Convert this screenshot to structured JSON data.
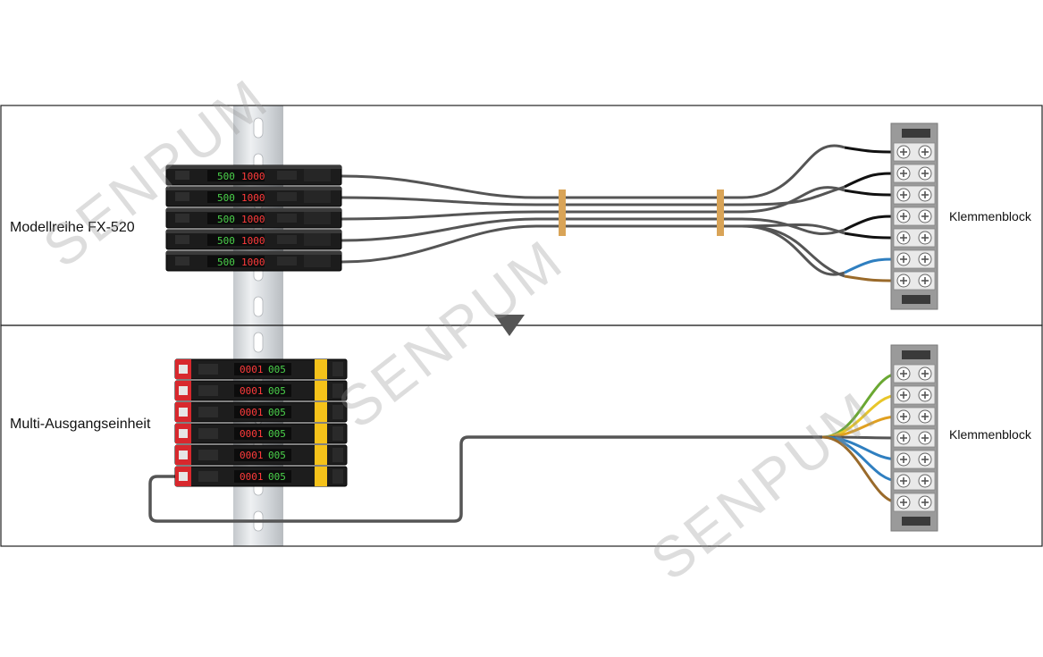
{
  "top_panel": {
    "label": "Modellreihe FX-520",
    "terminal_label": "Klemmenblock",
    "display_green": "500",
    "display_red": "1000"
  },
  "bottom_panel": {
    "label": "Multi-Ausgangseinheit",
    "terminal_label": "Klemmenblock",
    "display_red": "0001",
    "display_green": "005"
  },
  "watermark": "SENPUM",
  "colors": {
    "wire_gray": "#555555",
    "wire_black": "#111111",
    "wire_blue": "#2f7fc0",
    "wire_brown": "#9a6a2a",
    "wire_green": "#6aa832",
    "wire_yellow": "#e8c62a",
    "wire_orange": "#e0a020",
    "cable_tie": "#d9a457",
    "unit_red": "#d8282d",
    "din_rail": "#d6d9dc"
  }
}
